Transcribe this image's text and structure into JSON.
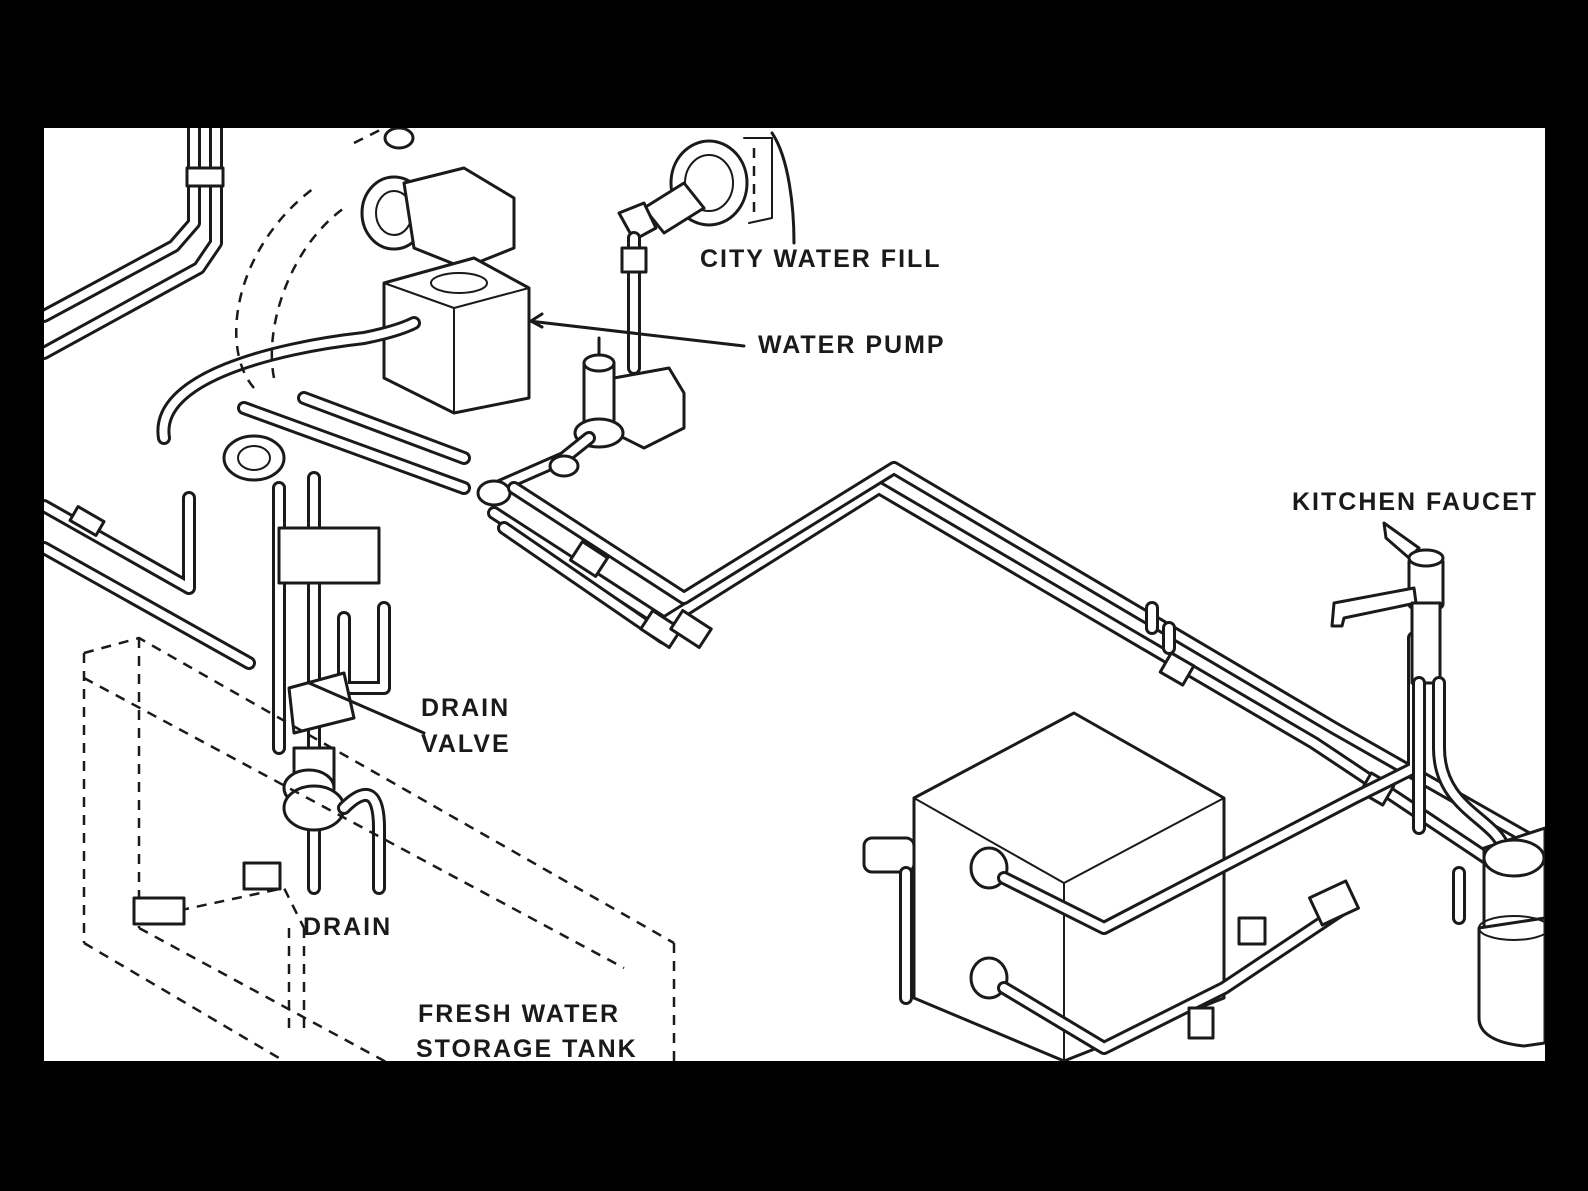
{
  "labels": {
    "city_water_fill": "CITY WATER FILL",
    "water_pump": "WATER PUMP",
    "kitchen_faucet": "KITCHEN FAUCET",
    "drain_valve_line1": "DRAIN",
    "drain_valve_line2": "VALVE",
    "drain": "DRAIN",
    "tank_line1": "FRESH WATER",
    "tank_line2": "STORAGE TANK"
  },
  "colors": {
    "background": "#000000",
    "paper": "#ffffff",
    "ink": "#1a1a1a"
  }
}
